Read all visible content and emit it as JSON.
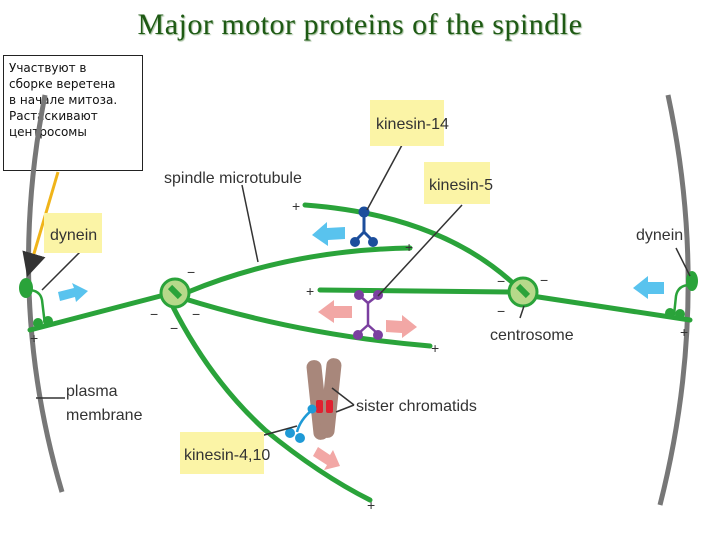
{
  "title": "Major motor proteins of the spindle",
  "note": {
    "lines": [
      "Участвуют в",
      "сборке веретена",
      "в начале митоза.",
      "Растаскивают",
      "центросомы"
    ]
  },
  "labels": {
    "kinesin14": "kinesin-14",
    "kinesin5": "kinesin-5",
    "spindle_microtubule": "spindle microtubule",
    "dynein_left": "dynein",
    "dynein_right": "dynein",
    "centrosome": "centrosome",
    "plasma": "plasma",
    "membrane": "membrane",
    "sister_chromatids": "sister chromatids",
    "kinesin410": "kinesin-4,10"
  },
  "signs": {
    "plus": "+",
    "minus": "−"
  },
  "colors": {
    "title": "#1e5a14",
    "microtubule": "#2aa33a",
    "label_box": "#fbf4a6",
    "arrow_blue": "#59c3ee",
    "arrow_pink": "#f2a7a5",
    "kinesin14": "#1c4e9c",
    "kinesin5": "#7b3fa0",
    "kinesin410": "#1f9ad6",
    "centrosome": "#b6d98a",
    "chromatid": "#a8877b",
    "kinetochore": "#e02030",
    "membrane": "#7f7f7f"
  }
}
